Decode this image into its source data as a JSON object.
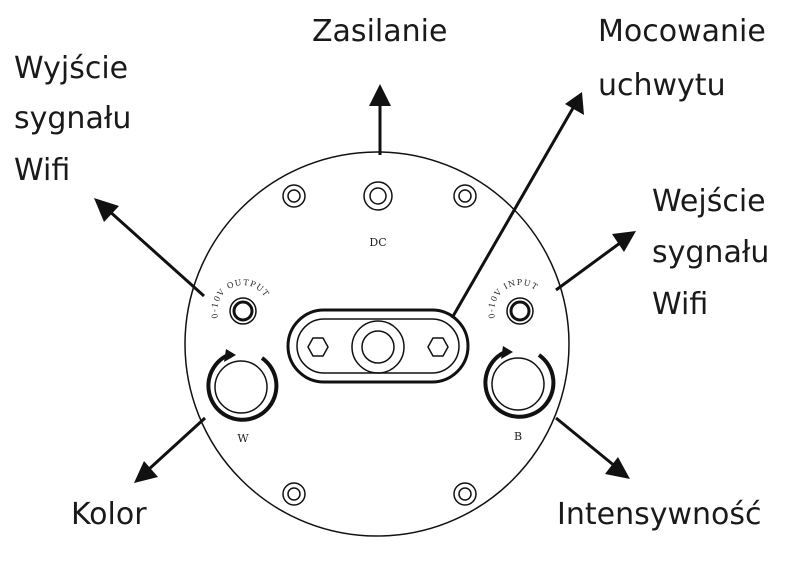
{
  "labels": {
    "power": "Zasilanie",
    "mount_line1": "Mocowanie",
    "mount_line2": "uchwytu",
    "wifi_out_line1": "Wyjście",
    "wifi_out_line2": "sygnału",
    "wifi_out_line3": "Wifi",
    "wifi_in_line1": "Wejście",
    "wifi_in_line2": "sygnału",
    "wifi_in_line3": "Wifi",
    "color": "Kolor",
    "intensity": "Intensywność"
  },
  "device": {
    "dc": "DC",
    "output_port": "0-10V OUTPUT",
    "input_port": "0-10V INPUT",
    "knob_w": "W",
    "knob_b": "B"
  }
}
